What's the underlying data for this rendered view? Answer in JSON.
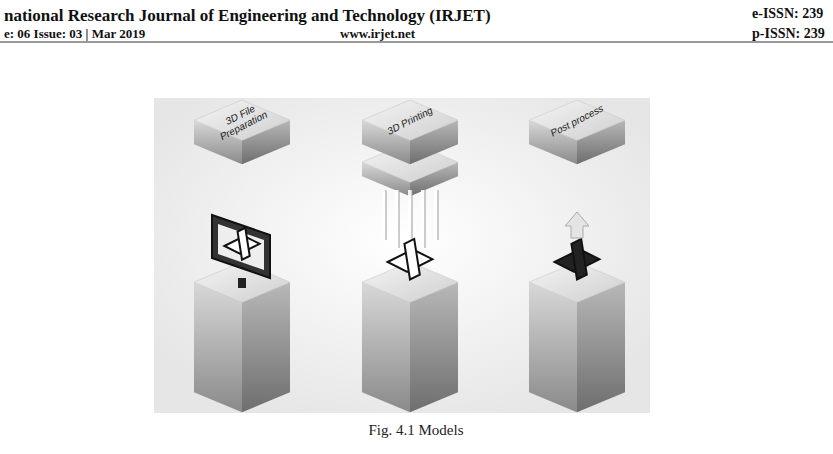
{
  "diagram": {
    "caption": "Fig. 4.1 Models",
    "nodes": [
      {
        "text": [
          "3D File Preparation"
        ]
      },
      {
        "text": [
          "3D Printing"
        ]
      },
      {
        "text": [
          "Post process"
        ]
      }
    ],
    "edges": [],
    "labels": [
      "national Research Journal of Engineering and Technology (IRJET)",
      "e-ISSN: 239",
      "e: 06 Issue: 03 | Mar 2019",
      "www.irjet.net",
      "p-ISSN: 239"
    ]
  }
}
